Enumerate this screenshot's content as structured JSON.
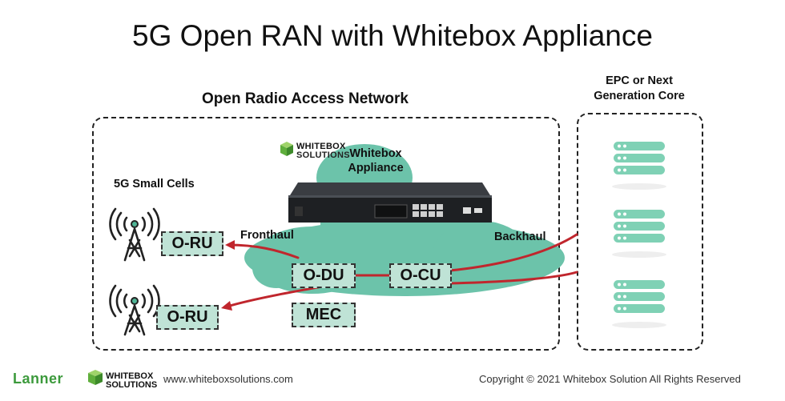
{
  "title": "5G Open RAN with Whitebox Appliance",
  "ran_section": {
    "title": "Open Radio Access Network"
  },
  "core_section": {
    "title_line1": "EPC or Next",
    "title_line2": "Generation Core"
  },
  "small_cells_label": "5G Small Cells",
  "appliance": {
    "brand_line1": "WHITEBOX",
    "brand_line2": "SOLUTIONS",
    "label_line1": "Whitebox",
    "label_line2": "Appliance"
  },
  "links": {
    "fronthaul": "Fronthaul",
    "backhaul": "Backhaul"
  },
  "nodes": {
    "oru_top": "O-RU",
    "oru_bottom": "O-RU",
    "odu": "O-DU",
    "ocu": "O-CU",
    "mec": "MEC"
  },
  "footer": {
    "lanner": "Lanner",
    "brand_line1": "WHITEBOX",
    "brand_line2": "SOLUTIONS",
    "url": "www.whiteboxsolutions.com",
    "copyright": "Copyright © 2021 Whitebox Solution All Rights Reserved"
  },
  "colors": {
    "teal": "#6cc3aa",
    "node_fill": "#bfe3d6",
    "link_red": "#c0262d",
    "server": "#7fd1b5"
  },
  "icons": [
    "cell-tower-icon",
    "server-icon",
    "whitebox-logo-icon"
  ]
}
